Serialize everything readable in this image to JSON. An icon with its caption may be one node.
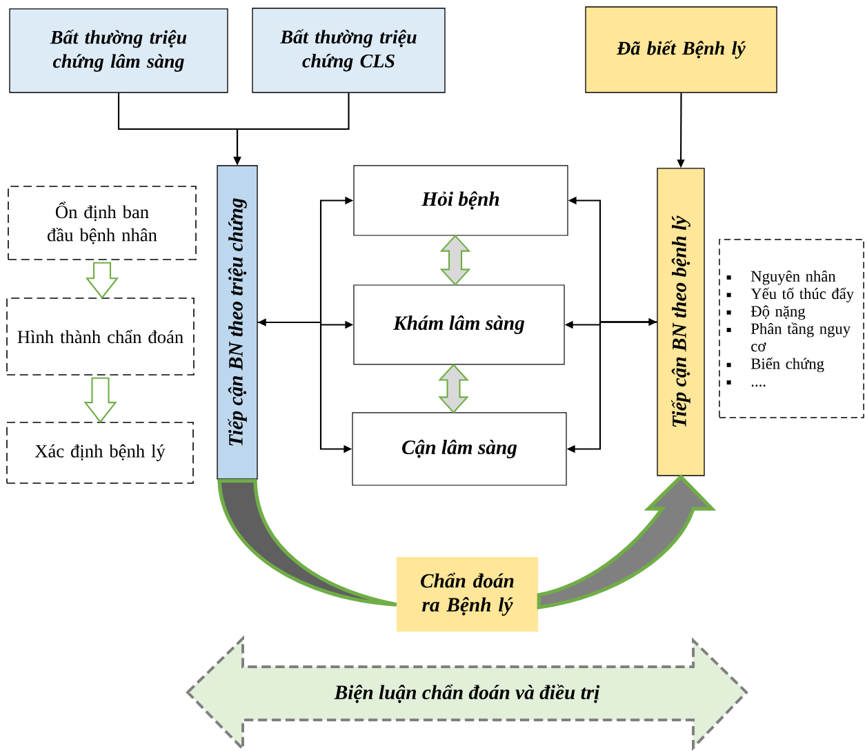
{
  "diagram": {
    "nodes": [
      {
        "text": [
          "Bất thường triệu chứng lâm sàng"
        ]
      },
      {
        "text": [
          "Bất thường triệu chứng CLS"
        ]
      },
      {
        "text": [
          "Đã biết Bệnh lý"
        ]
      },
      {
        "text": [
          "Ổn định ban đầu bệnh nhân"
        ]
      },
      {
        "text": [
          "Tiếp cận BN theo triệu chứng"
        ]
      },
      {
        "text": [
          "Hỏi bệnh"
        ]
      },
      {
        "text": [
          "Tiếp cận BN theo bệnh lý"
        ]
      },
      {
        "text": [
          "Hình thành chẩn đoán"
        ]
      },
      {
        "text": [
          "Khám lâm sàng"
        ]
      },
      {
        "text": [
          "Nguyên nhân",
          "Yếu tố thúc đẩy",
          "Độ nặng",
          "Phân tầng nguy cơ",
          "Biến chứng",
          "...."
        ]
      },
      {
        "text": [
          "Xác định bệnh lý"
        ]
      },
      {
        "text": [
          "Cận lâm sàng"
        ]
      },
      {
        "text": [
          "Chẩn đoán ra Bệnh lý"
        ]
      },
      {
        "text": [
          "Biện luận chẩn đoán và điều trị"
        ]
      }
    ],
    "edges": [
      {
        "from": 0,
        "to": 4,
        "arrow": "to"
      },
      {
        "from": 1,
        "to": 4,
        "arrow": "to"
      },
      {
        "from": 2,
        "to": 6,
        "arrow": "to"
      },
      {
        "from": 4,
        "to": 5,
        "arrow": "to"
      },
      {
        "from": 4,
        "to": 8,
        "arrow": "both"
      },
      {
        "from": 4,
        "to": 11,
        "arrow": "to"
      },
      {
        "from": 6,
        "to": 5,
        "arrow": "to"
      },
      {
        "from": 6,
        "to": 8,
        "arrow": "both"
      },
      {
        "from": 6,
        "to": 11,
        "arrow": "to"
      },
      {
        "from": 3,
        "to": 7,
        "arrow": "to",
        "color": "#70ad47"
      },
      {
        "from": 7,
        "to": 10,
        "arrow": "to",
        "color": "#70ad47"
      },
      {
        "from": 5,
        "to": 8,
        "arrow": "both",
        "color": "#70ad47"
      },
      {
        "from": 8,
        "to": 11,
        "arrow": "both",
        "color": "#70ad47"
      },
      {
        "from": 4,
        "to": 12,
        "arrow": "none",
        "style": "thick",
        "color": "#70ad47"
      },
      {
        "from": 12,
        "to": 6,
        "arrow": "to",
        "style": "thick",
        "color": "#70ad47"
      }
    ]
  }
}
